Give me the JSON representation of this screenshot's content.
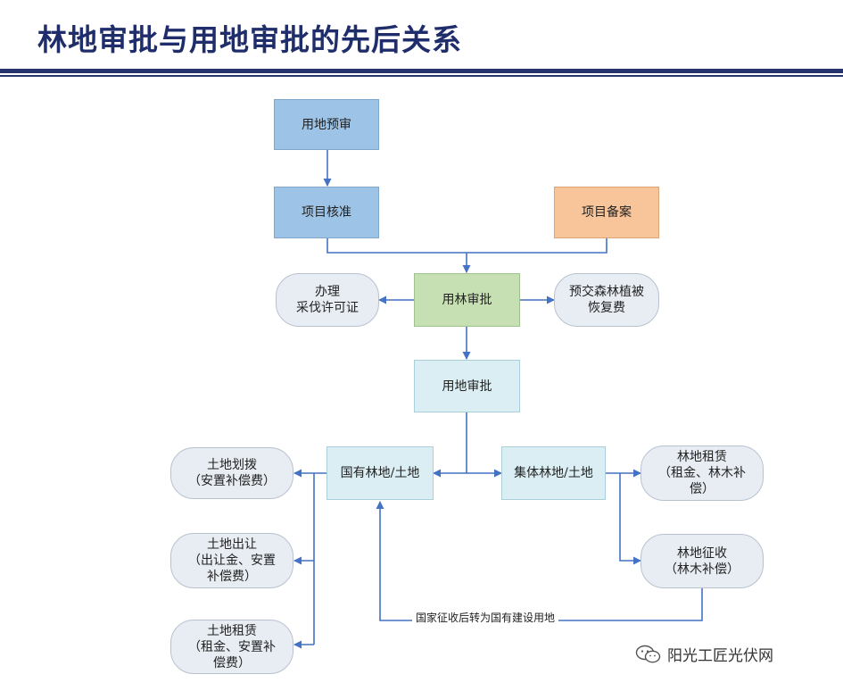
{
  "slide": {
    "title": "林地审批与用地审批的先后关系"
  },
  "nodes": {
    "pre_review": "用地预审",
    "project_approval": "项目核准",
    "project_filing": "项目备案",
    "forest_use_approval": "用林审批",
    "logging_permit": "办理\n采伐许可证",
    "restoration_fee": "预交森林植被\n恢复费",
    "land_use_approval": "用地审批",
    "state_land": "国有林地/土地",
    "collective_land": "集体林地/土地",
    "land_allocation": "土地划拨\n（安置补偿费）",
    "land_transfer": "土地出让\n（出让金、安置\n补偿费）",
    "land_lease_state": "土地租赁\n（租金、安置补\n偿费）",
    "forest_lease": "林地租赁\n（租金、林木补\n偿）",
    "forest_expropriation": "林地征收\n（林木补偿）"
  },
  "edge_labels": {
    "conversion": "国家征收后转为国有建设用地"
  },
  "watermark": {
    "text": "阳光工匠光伏网",
    "icon": "wechat-icon"
  },
  "colors": {
    "title": "#1f2d6b",
    "rule": "#27336e",
    "arrow": "#4472c4",
    "blue_box": "#9dc3e6",
    "orange_box": "#f8c49a",
    "green_box": "#c6e0b4",
    "cyan_box": "#daeef3",
    "pill": "#e8edf3"
  }
}
